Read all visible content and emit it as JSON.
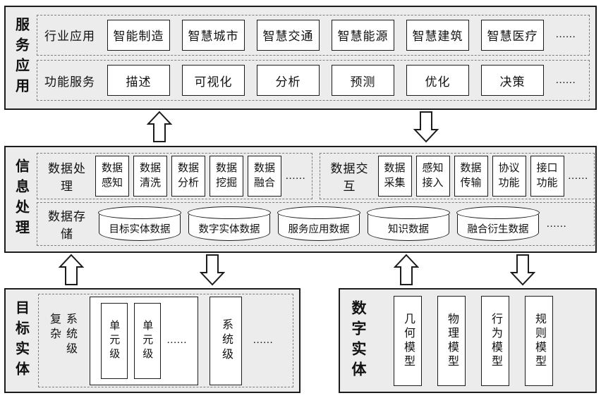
{
  "palette": {
    "band_bg": "#ececec",
    "box_bg": "#ffffff",
    "line": "#1c1c1c"
  },
  "diagram": {
    "service": {
      "title": "服务应用",
      "industry": {
        "label": "行业应用",
        "items": [
          "智能制造",
          "智慧城市",
          "智慧交通",
          "智慧能源",
          "智慧建筑",
          "智慧医疗"
        ],
        "more": "......"
      },
      "function": {
        "label": "功能服务",
        "items": [
          "描述",
          "可视化",
          "分析",
          "预测",
          "优化",
          "决策"
        ],
        "more": "......"
      }
    },
    "info": {
      "title": "信息处理",
      "processing": {
        "label": "数据处理",
        "items": [
          "数据感知",
          "数据清洗",
          "数据分析",
          "数据挖掘",
          "数据融合"
        ],
        "more": "......"
      },
      "interaction": {
        "label": "数据交互",
        "items": [
          "数据采集",
          "感知接入",
          "数据传输",
          "协议功能",
          "接口功能"
        ],
        "more": "......"
      },
      "storage": {
        "label": "数据存储",
        "items": [
          "目标实体数据",
          "数字实体数据",
          "服务应用数据",
          "知识数据",
          "融合衍生数据"
        ],
        "more": "......"
      }
    },
    "target": {
      "title": "目标实体",
      "complex_label": "复杂\n系统级",
      "units": [
        "单元级",
        "单元级"
      ],
      "units_more": "......",
      "system": "系统级",
      "more": "......"
    },
    "digital": {
      "title": "数字实体",
      "models": [
        "几何模型",
        "物理模型",
        "行为模型",
        "规则模型"
      ]
    }
  }
}
